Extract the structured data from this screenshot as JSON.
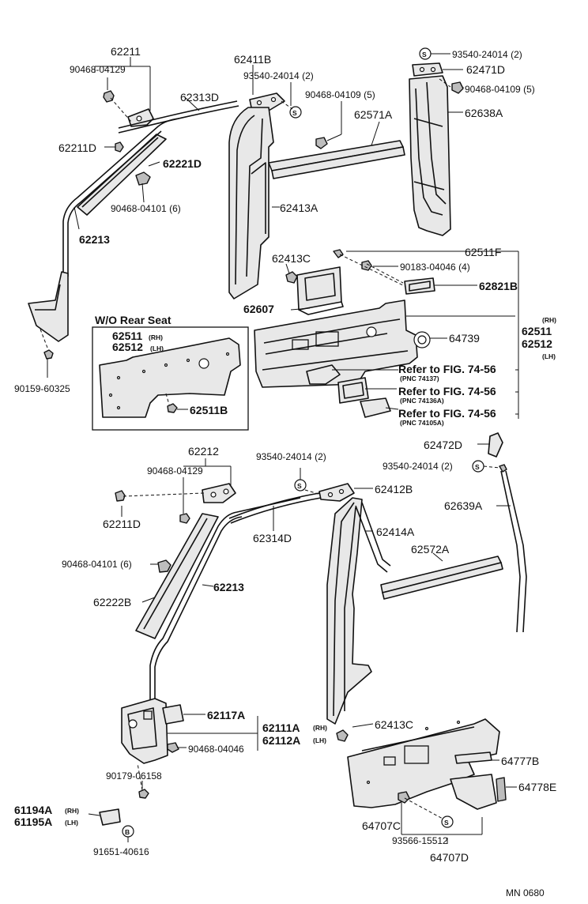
{
  "labels": {
    "p62211": "62211",
    "p90468_04129_a": "90468-04129",
    "p62313D": "62313D",
    "p62211D_a": "62211D",
    "p62221D": "62221D",
    "p90468_04101_a": "90468-04101 (6)",
    "p62213_a": "62213",
    "p62411B": "62411B",
    "p93540_a": "93540-24014 (2)",
    "p90468_04109_a": "90468-04109 (5)",
    "p62571A": "62571A",
    "p93540_b": "93540-24014 (2)",
    "p62471D": "62471D",
    "p90468_04109_b": "90468-04109 (5)",
    "p62638A": "62638A",
    "p62413A": "62413A",
    "p62511F": "62511F",
    "p62413C_a": "62413C",
    "p90183": "90183-04046 (4)",
    "p62821B": "62821B",
    "p62607": "62607",
    "rh_a": "(RH)",
    "p62511": "62511",
    "p62512": "62512",
    "lh_a": "(LH)",
    "p64739": "64739",
    "wo_title": "W/O Rear Seat",
    "wo_62511": "62511",
    "wo_rh": "(RH)",
    "wo_62512": "62512",
    "wo_lh": "(LH)",
    "p62511B": "62511B",
    "ref1": "Refer to FIG. 74-56",
    "pnc1": "(PNC 74137)",
    "ref2": "Refer to FIG. 74-56",
    "pnc2": "(PNC 74136A)",
    "ref3": "Refer to FIG. 74-56",
    "pnc3": "(PNC 74105A)",
    "p90159": "90159-60325",
    "p62472D": "62472D",
    "p62212": "62212",
    "p93540_c": "93540-24014 (2)",
    "p93540_d": "93540-24014 (2)",
    "p90468_04129_b": "90468-04129",
    "p62412B": "62412B",
    "p62639A": "62639A",
    "p62211D_b": "62211D",
    "p62314D": "62314D",
    "p62414A": "62414A",
    "p62572A": "62572A",
    "p90468_04101_b": "90468-04101 (6)",
    "p62213_b": "62213",
    "p62222B": "62222B",
    "p62117A": "62117A",
    "p62111A": "62111A",
    "rh_b": "(RH)",
    "p62112A": "62112A",
    "lh_b": "(LH)",
    "p62413C_b": "62413C",
    "p90468_04046": "90468-04046",
    "p64777B": "64777B",
    "p64778E": "64778E",
    "p90179": "90179-06158",
    "p61194A": "61194A",
    "rh_c": "(RH)",
    "p61195A": "61195A",
    "lh_c": "(LH)",
    "p64707C": "64707C",
    "p93566": "93566-15512",
    "p64707D": "64707D",
    "p91651": "91651-40616",
    "code": "MN 0680",
    "s_mark": "S",
    "b_mark": "B"
  }
}
